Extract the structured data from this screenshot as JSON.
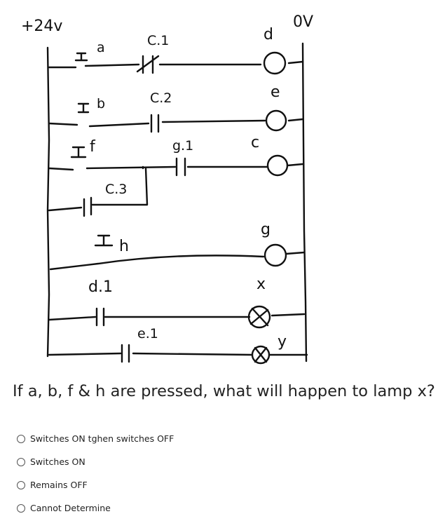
{
  "diagram": {
    "supply_plus": "+24v",
    "supply_zero": "0V",
    "switch_a": "a",
    "switch_b": "b",
    "switch_f": "f",
    "switch_h": "h",
    "contact_c1": "C.1",
    "contact_c2": "C.2",
    "contact_c3": "C.3",
    "contact_g1": "g.1",
    "contact_d1": "d.1",
    "contact_e1": "e.1",
    "coil_d": "d",
    "coil_e": "e",
    "coil_c": "c",
    "coil_g": "g",
    "lamp_x": "x",
    "lamp_y": "y"
  },
  "question": {
    "text": "If a, b, f & h are pressed, what will happen to lamp x?",
    "options": [
      "Switches ON tghen switches OFF",
      "Switches ON",
      "Remains OFF",
      "Cannot Determine"
    ]
  }
}
